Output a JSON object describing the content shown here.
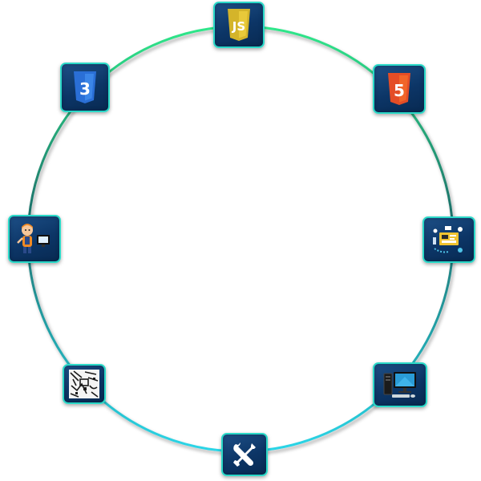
{
  "ring": {
    "stroke_start": "#2fe88a",
    "stroke_end": "#2ad6e8",
    "stroke_dark": "#1d6f6a"
  },
  "nodes": [
    {
      "icon": "javascript-logo-icon",
      "badge": "JS",
      "color": "#d4b42a"
    },
    {
      "icon": "html5-logo-icon",
      "badge": "5",
      "color": "#e44d26"
    },
    {
      "icon": "web-design-tools-icon",
      "color": "#f0c330"
    },
    {
      "icon": "desktop-computer-icon",
      "color": "#2a9bd6"
    },
    {
      "icon": "wrench-screwdriver-icon",
      "color": "#ffffff"
    },
    {
      "icon": "sketch-collage-icon",
      "color": "#e8e8e8"
    },
    {
      "icon": "developer-character-icon",
      "color": "#f08a24"
    },
    {
      "icon": "css3-logo-icon",
      "badge": "3",
      "color": "#2a6fd6"
    }
  ]
}
